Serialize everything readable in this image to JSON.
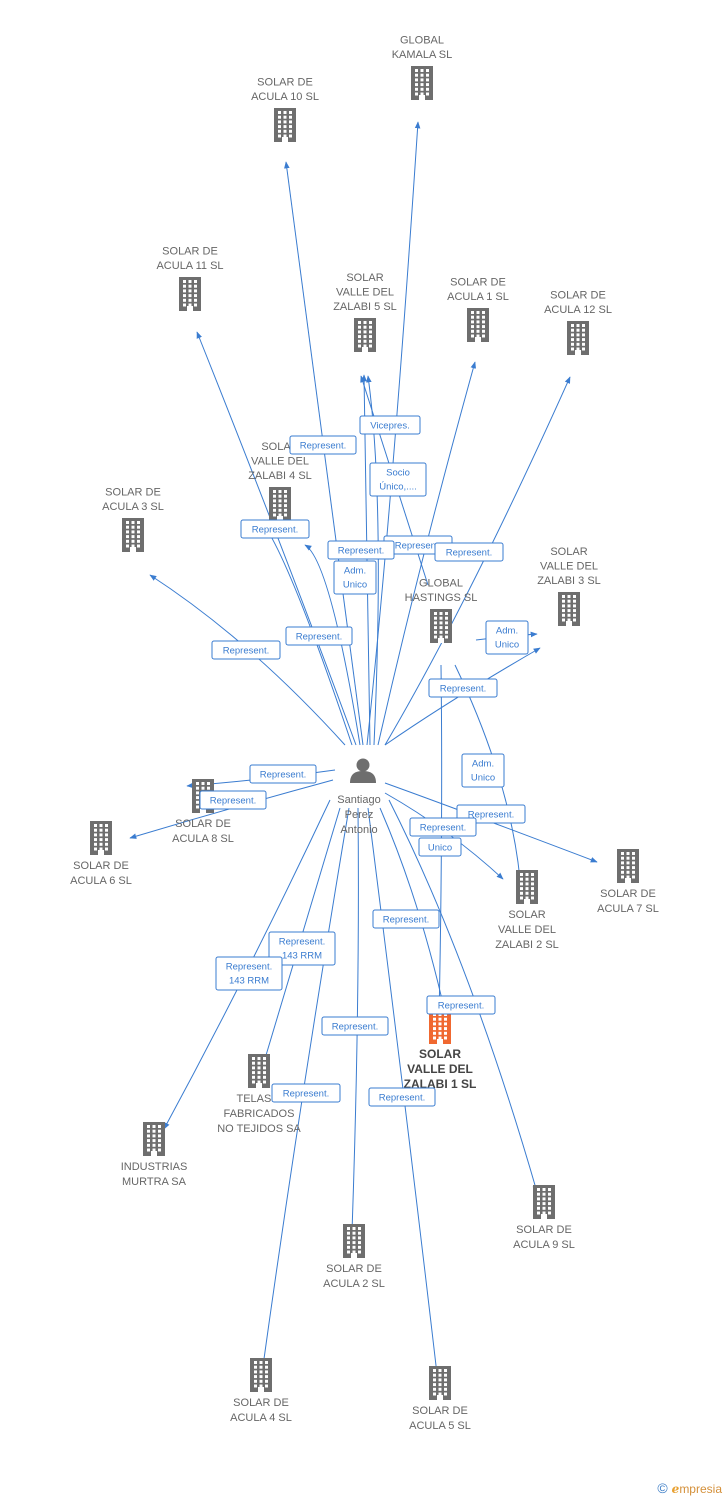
{
  "colors": {
    "edge": "#3a7cd0",
    "building": "#6e6e6e",
    "highlight": "#f06830",
    "person": "#6e6e6e"
  },
  "person": {
    "name_lines": [
      "Santiago",
      "Perez",
      "Antonio"
    ],
    "icon": "person-icon"
  },
  "companies": [
    {
      "id": "global-kamala",
      "lines": [
        "GLOBAL",
        "KAMALA SL"
      ]
    },
    {
      "id": "solar-acula-10",
      "lines": [
        "SOLAR DE",
        "ACULA 10 SL"
      ]
    },
    {
      "id": "solar-acula-11",
      "lines": [
        "SOLAR DE",
        "ACULA 11 SL"
      ]
    },
    {
      "id": "solar-valle-zalabi-5",
      "lines": [
        "SOLAR",
        "VALLE DEL",
        "ZALABI 5 SL"
      ]
    },
    {
      "id": "solar-acula-1",
      "lines": [
        "SOLAR DE",
        "ACULA 1 SL"
      ]
    },
    {
      "id": "solar-acula-12",
      "lines": [
        "SOLAR DE",
        "ACULA 12 SL"
      ]
    },
    {
      "id": "solar-valle-zalabi-4",
      "lines": [
        "SOLAR",
        "VALLE DEL",
        "ZALABI 4 SL"
      ]
    },
    {
      "id": "solar-acula-3",
      "lines": [
        "SOLAR DE",
        "ACULA 3 SL"
      ]
    },
    {
      "id": "global-hastings",
      "lines": [
        "GLOBAL",
        "HASTINGS SL"
      ]
    },
    {
      "id": "solar-valle-zalabi-3",
      "lines": [
        "SOLAR",
        "VALLE DEL",
        "ZALABI 3 SL"
      ]
    },
    {
      "id": "solar-acula-8",
      "lines": [
        "SOLAR DE",
        "ACULA 8 SL"
      ]
    },
    {
      "id": "solar-acula-6",
      "lines": [
        "SOLAR DE",
        "ACULA 6 SL"
      ]
    },
    {
      "id": "solar-valle-zalabi-2",
      "lines": [
        "SOLAR",
        "VALLE DEL",
        "ZALABI 2 SL"
      ]
    },
    {
      "id": "solar-acula-7",
      "lines": [
        "SOLAR DE",
        "ACULA 7 SL"
      ]
    },
    {
      "id": "solar-valle-zalabi-1",
      "lines": [
        "SOLAR",
        "VALLE DEL",
        "ZALABI 1 SL"
      ],
      "highlight": true
    },
    {
      "id": "telas-fabricados",
      "lines": [
        "TELAS Y",
        "FABRICADOS",
        "NO TEJIDOS SA"
      ]
    },
    {
      "id": "industrias-murtra",
      "lines": [
        "INDUSTRIAS",
        "MURTRA SA"
      ]
    },
    {
      "id": "solar-acula-9",
      "lines": [
        "SOLAR DE",
        "ACULA 9 SL"
      ]
    },
    {
      "id": "solar-acula-2",
      "lines": [
        "SOLAR DE",
        "ACULA 2 SL"
      ]
    },
    {
      "id": "solar-acula-4",
      "lines": [
        "SOLAR DE",
        "ACULA 4 SL"
      ]
    },
    {
      "id": "solar-acula-5",
      "lines": [
        "SOLAR DE",
        "ACULA 5 SL"
      ]
    }
  ],
  "relations": [
    {
      "id": "r1",
      "lines": [
        "Represent."
      ]
    },
    {
      "id": "r2",
      "lines": [
        "Vicepres."
      ]
    },
    {
      "id": "r3",
      "lines": [
        "Socio",
        "Único,...."
      ]
    },
    {
      "id": "r4",
      "lines": [
        "Represent."
      ]
    },
    {
      "id": "r5",
      "lines": [
        "Represent."
      ]
    },
    {
      "id": "r6",
      "lines": [
        "Represent."
      ]
    },
    {
      "id": "r7",
      "lines": [
        "Represent."
      ]
    },
    {
      "id": "r8",
      "lines": [
        "Adm.",
        "Unico"
      ]
    },
    {
      "id": "r9",
      "lines": [
        "Represent."
      ]
    },
    {
      "id": "r10",
      "lines": [
        "Represent."
      ]
    },
    {
      "id": "r11",
      "lines": [
        "Adm.",
        "Unico"
      ]
    },
    {
      "id": "r12",
      "lines": [
        "Represent."
      ]
    },
    {
      "id": "r13",
      "lines": [
        "Represent."
      ]
    },
    {
      "id": "r14",
      "lines": [
        "Represent."
      ]
    },
    {
      "id": "r15",
      "lines": [
        "Adm.",
        "Unico"
      ]
    },
    {
      "id": "r16",
      "lines": [
        "Represent."
      ]
    },
    {
      "id": "r17",
      "lines": [
        "Represent."
      ]
    },
    {
      "id": "r18",
      "lines": [
        "Unico"
      ]
    },
    {
      "id": "r19",
      "lines": [
        "Represent."
      ]
    },
    {
      "id": "r20",
      "lines": [
        "Represent.",
        "143 RRM"
      ]
    },
    {
      "id": "r21",
      "lines": [
        "Represent.",
        "143 RRM"
      ]
    },
    {
      "id": "r22",
      "lines": [
        "Represent."
      ]
    },
    {
      "id": "r23",
      "lines": [
        "Represent."
      ]
    },
    {
      "id": "r24",
      "lines": [
        "Represent."
      ]
    },
    {
      "id": "r25",
      "lines": [
        "Represent."
      ]
    }
  ],
  "footer": {
    "copyright": "©",
    "brand_first": "e",
    "brand_rest": "mpresia"
  }
}
